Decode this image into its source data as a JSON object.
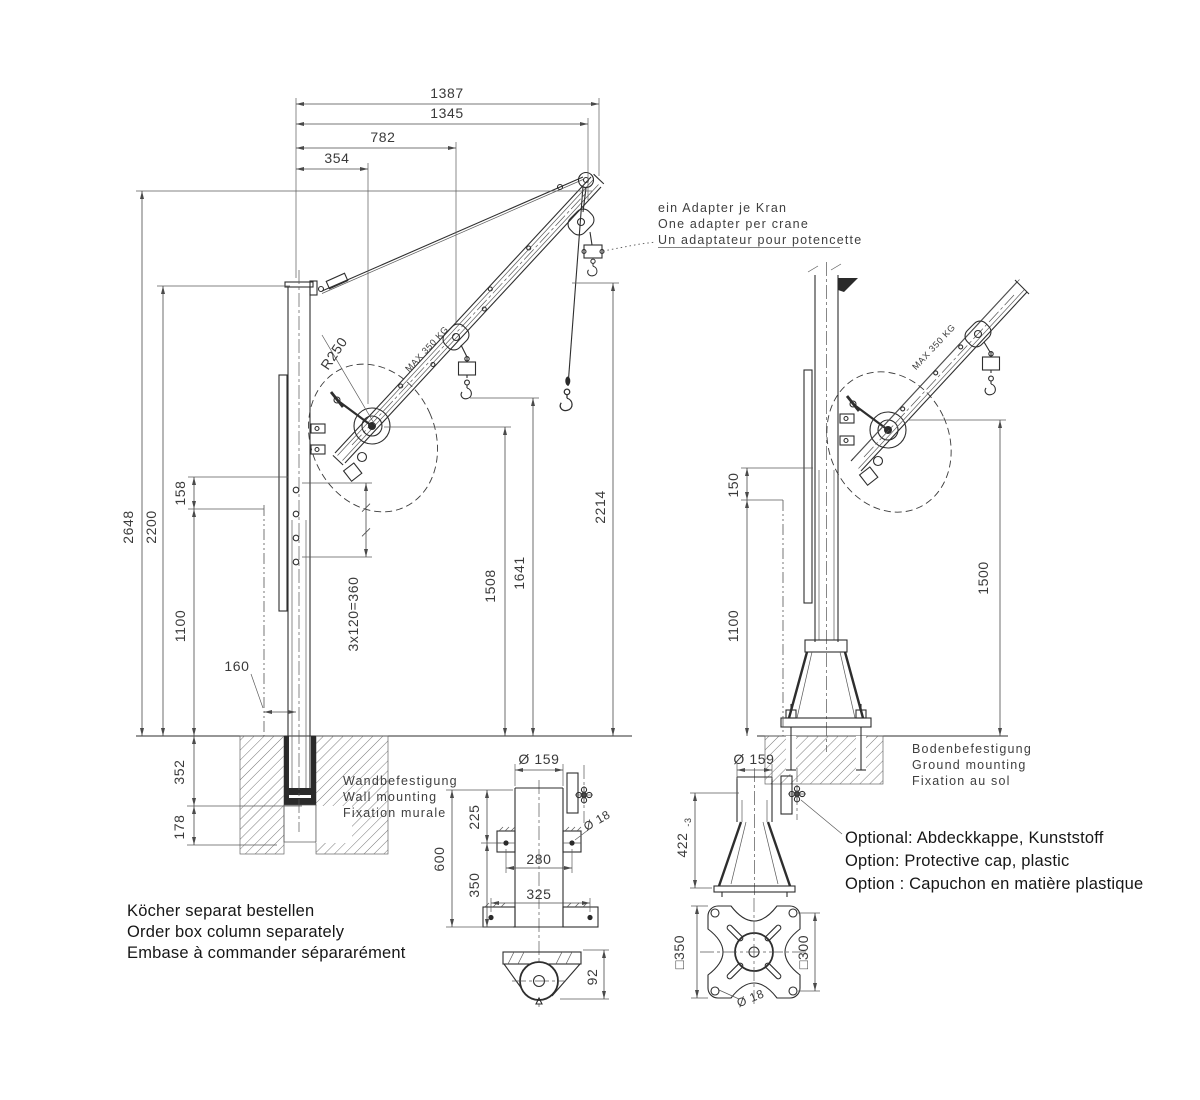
{
  "left_view": {
    "d1387": "1387",
    "d1345": "1345",
    "d782": "782",
    "d354": "354",
    "d2648": "2648",
    "d2200": "2200",
    "d158": "158",
    "d1100": "1100",
    "d160": "160",
    "d352": "352",
    "d178": "178",
    "r250": "R250",
    "d3x120": "3x120=360",
    "d1508": "1508",
    "d1641": "1641",
    "d2214": "2214",
    "boom_label": "MAX 350 KG"
  },
  "right_view": {
    "d150": "150",
    "d1100": "1100",
    "d1500": "1500",
    "boom_label": "MAX 350 KG"
  },
  "wall_detail": {
    "dia159": "Ø 159",
    "d600": "600",
    "d225": "225",
    "d350": "350",
    "d280": "280",
    "d325": "325",
    "dia18": "Ø 18",
    "d92": "92"
  },
  "socket_detail": {
    "dia159": "Ø 159",
    "d422": "422",
    "tol": "-3",
    "sq350": "□350",
    "sq300": "□300",
    "dia18": "Ø 18"
  },
  "notes": {
    "adapter": {
      "de": "ein Adapter je Kran",
      "en": "One adapter per crane",
      "fr": "Un adaptateur pour potencette"
    },
    "wall": {
      "de": "Wandbefestigung",
      "en": "Wall mounting",
      "fr": "Fixation murale"
    },
    "ground": {
      "de": "Bodenbefestigung",
      "en": "Ground mounting",
      "fr": "Fixation au sol"
    },
    "order": {
      "de": "Köcher separat bestellen",
      "en": "Order box column separately",
      "fr": "Embase à commander sépararément"
    },
    "option": {
      "de": "Optional: Abdeckkappe, Kunststoff",
      "en": "Option: Protective cap, plastic",
      "fr": "Option : Capuchon en matière plastique"
    }
  },
  "colors": {
    "line": "#2e2e2e",
    "dim": "#4a4a4a",
    "note": "#161616"
  }
}
